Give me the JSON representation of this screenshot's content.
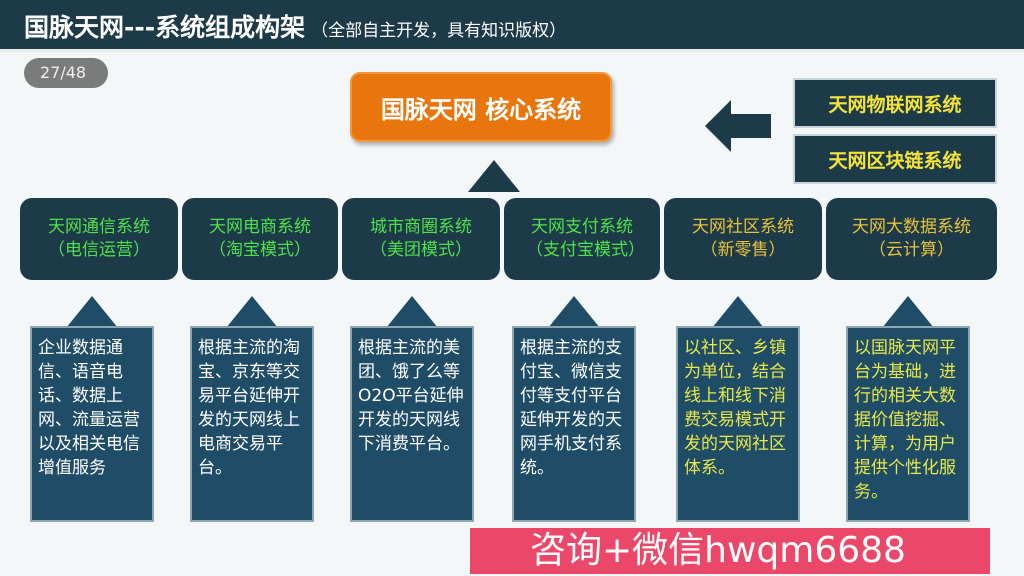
{
  "header": {
    "title": "国脉天网---系统组成构架",
    "subtitle": "（全部自主开发，具有知识版权）",
    "pager": "27/48"
  },
  "core": {
    "label": "国脉天网  核心系统"
  },
  "side_systems": [
    {
      "label": "天网物联网系统"
    },
    {
      "label": "天网区块链系统"
    }
  ],
  "categories": [
    {
      "line1": "天网通信系统",
      "line2": "（电信运营）",
      "desc": "企业数据通信、语音电话、数据上网、流量运营以及相关电信增值服务"
    },
    {
      "line1": "天网电商系统",
      "line2": "（淘宝模式）",
      "desc": "根据主流的淘宝、京东等交易平台延伸开发的天网线上电商交易平台。"
    },
    {
      "line1": "城市商圈系统",
      "line2": "（美团模式）",
      "desc": "根据主流的美团、饿了么等O2O平台延伸开发的天网线下消费平台。"
    },
    {
      "line1": "天网支付系统",
      "line2": "（支付宝模式）",
      "desc": "根据主流的支付宝、微信支付等支付平台延伸开发的天网手机支付系统。"
    },
    {
      "line1": "天网社区系统",
      "line2": "（新零售）",
      "desc": "以社区、乡镇为单位，结合线上和线下消费交易模式开发的天网社区体系。"
    },
    {
      "line1": "天网大数据系统",
      "line2": "（云计算）",
      "desc": "以国脉天网平台为基础，进行的相关大数据价值挖掘、计算，为用户提供个性化服务。"
    }
  ],
  "watermark": "咨询+微信hwqm6688"
}
